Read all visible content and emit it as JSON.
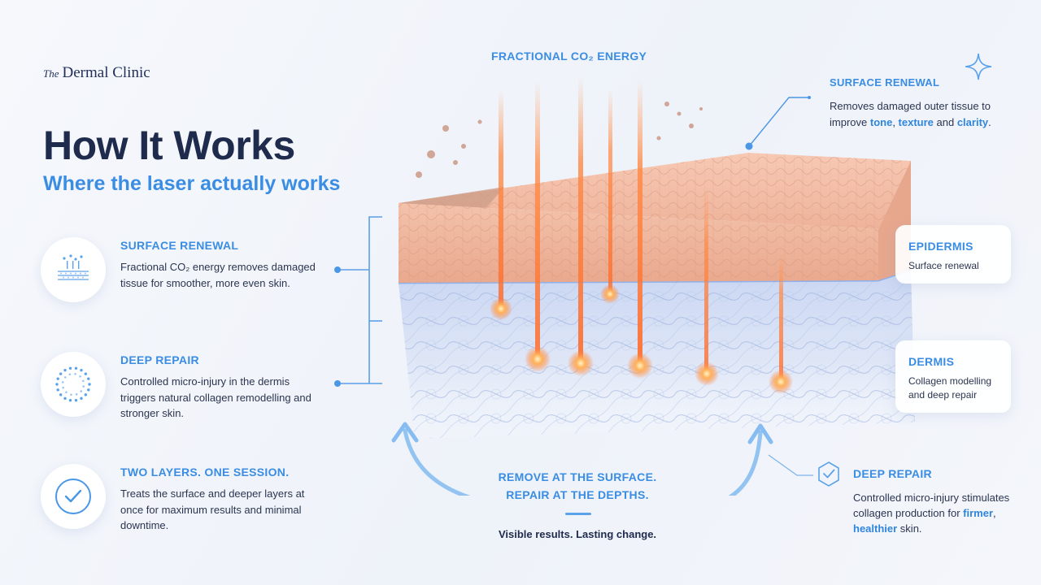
{
  "brand": {
    "the": "The",
    "name": "Dermal Clinic"
  },
  "hero": {
    "title": "How It Works",
    "subtitle": "Where the laser actually works"
  },
  "features": [
    {
      "title": "SURFACE RENEWAL",
      "text": "Fractional CO₂ energy removes damaged tissue for smoother, more even skin.",
      "icon": "skin-layers-icon"
    },
    {
      "title": "DEEP REPAIR",
      "text": "Controlled micro-injury in the dermis triggers natural collagen remodelling and stronger skin.",
      "icon": "dotted-circle-icon"
    },
    {
      "title": "TWO LAYERS. ONE SESSION.",
      "text": "Treats the surface and deeper layers at once for maximum results and minimal downtime.",
      "icon": "check-circle-icon"
    }
  ],
  "diagram": {
    "energy_label": "FRACTIONAL CO₂ ENERGY",
    "surface_callout": {
      "title": "SURFACE RENEWAL",
      "text_pre": "Removes damaged outer tissue to improve ",
      "hl1": "tone",
      "sep1": ", ",
      "hl2": "texture",
      "sep2": " and ",
      "hl3": "clarity",
      "end": "."
    },
    "epidermis": {
      "title": "EPIDERMIS",
      "text": "Surface renewal"
    },
    "dermis": {
      "title": "DERMIS",
      "text": "Collagen modelling and deep repair"
    },
    "deep_callout": {
      "title": "DEEP REPAIR",
      "text_pre": "Controlled micro-injury stimulates collagen production for ",
      "hl1": "firmer",
      "sep1": ", ",
      "hl2": "healthier",
      "end": " skin."
    }
  },
  "bottom": {
    "line1": "REMOVE AT THE SURFACE.",
    "line2": "REPAIR AT THE DEPTHS.",
    "tagline": "Visible results. Lasting change."
  },
  "colors": {
    "accent": "#3a8de3",
    "navy": "#1e2b4d",
    "skin": "#f2b9a2",
    "dermis": "#9fb8e6",
    "laser": "#ff7a3c"
  }
}
